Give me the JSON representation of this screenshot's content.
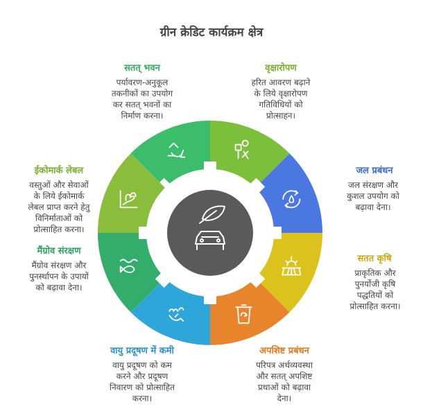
{
  "title": "ग्रीन क्रेडिट कार्यक्रम क्षेत्र",
  "colors": {
    "sustainable_building": "#3bbd6b",
    "tree_plantation": "#7cbf3a",
    "water_management": "#4a78e0",
    "sustainable_agriculture": "#dcc21c",
    "waste_management": "#e8842c",
    "air_pollution": "#2ea6d9",
    "mangrove": "#34ad6c",
    "ecomark": "#8abd3c",
    "hub": "#5a5a5a"
  },
  "sectors": [
    {
      "key": "sustainable_building",
      "label": "सतत् भवन",
      "desc": [
        "पर्यावरण-अनुकूल",
        "तकनीकों का उपयोग",
        "कर सतत् भवनों का",
        "निर्माण करना।"
      ],
      "label_color": "#3aa865",
      "icon": "recycle-icon"
    },
    {
      "key": "tree_plantation",
      "label": "वृक्षारोपण",
      "desc": [
        "हरित आवरण बढ़ाने",
        "के लिये वृक्षारोपण",
        "गतिविधियों को",
        "प्रोत्साहन।"
      ],
      "label_color": "#7aae2f",
      "icon": "planting-icon"
    },
    {
      "key": "water_management",
      "label": "जल प्रबंधन",
      "desc": [
        "जल संरक्षण और",
        "कुशल उपयोग को",
        "बढ़ावा देना।"
      ],
      "label_color": "#3d6ad4",
      "icon": "water-cycle-icon"
    },
    {
      "key": "sustainable_agriculture",
      "label": "सतत कृषि",
      "desc": [
        "प्राकृतिक और",
        "पुनर्योजी कृषि",
        "पद्धतियों को",
        "प्रोत्साहित करना।"
      ],
      "label_color": "#c9a90f",
      "icon": "farm-sun-icon"
    },
    {
      "key": "waste_management",
      "label": "अपशिष्ट प्रबंधन",
      "desc": [
        "परिपत्र अर्थव्यवस्था",
        "और सतत् अपशिष्ट",
        "प्रथाओं को बढ़ावा",
        "देना।"
      ],
      "label_color": "#e07a1f",
      "icon": "recycle-bin-icon"
    },
    {
      "key": "air_pollution",
      "label": "वायु प्रदूषण में कमी",
      "desc": [
        "वायु प्रदूषण को कम",
        "करने और प्रदूषण",
        "निवारण को प्रोत्साहित",
        "करना।"
      ],
      "label_color": "#2e8fc9",
      "icon": "air-icon"
    },
    {
      "key": "mangrove",
      "label": "मैंग्रोव संरक्षण",
      "desc": [
        "मैंग्रोव संरक्षण और",
        "पुनर्स्थापन के उपायों",
        "को बढ़ावा देना।"
      ],
      "label_color": "#30a062",
      "icon": "fish-water-icon"
    },
    {
      "key": "ecomark",
      "label": "ईकोमार्क लेबल",
      "desc": [
        "वस्तुओं और सेवाओं",
        "के लिये ईकोमार्क",
        "लेबल प्राप्त करने हेतु",
        "विनिर्माताओं को",
        "प्रोत्साहित करना।"
      ],
      "label_color": "#7aae2f",
      "icon": "eco-label-icon"
    }
  ]
}
